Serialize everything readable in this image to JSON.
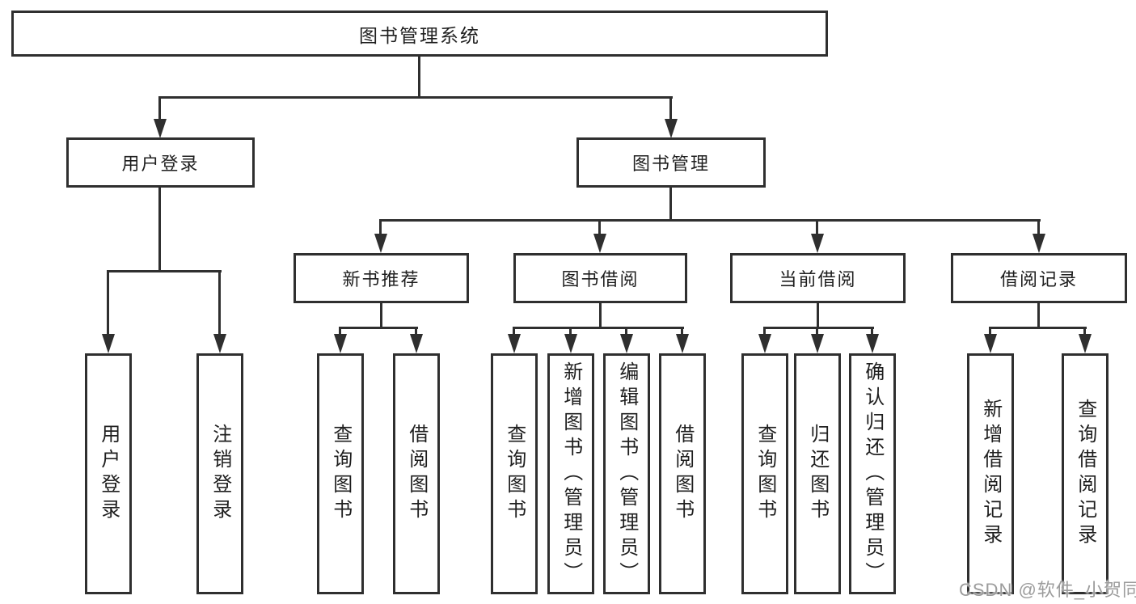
{
  "colors": {
    "background": "#ffffff",
    "line": "#2f2f2f",
    "box_border": "#2f2f2f",
    "text": "#1f1f1f",
    "watermark": "#9c9c9c"
  },
  "tree": {
    "root": {
      "label": "图书管理系统"
    },
    "branches": [
      {
        "label": "用户登录",
        "children": [
          {
            "label": "用户登录"
          },
          {
            "label": "注销登录"
          }
        ]
      },
      {
        "label": "图书管理",
        "children": [
          {
            "label": "新书推荐",
            "children": [
              {
                "label": "查询图书"
              },
              {
                "label": "借阅图书"
              }
            ]
          },
          {
            "label": "图书借阅",
            "children": [
              {
                "label": "查询图书"
              },
              {
                "label": "新增图书（管理员）"
              },
              {
                "label": "编辑图书（管理员）"
              },
              {
                "label": "借阅图书"
              }
            ]
          },
          {
            "label": "当前借阅",
            "children": [
              {
                "label": "查询图书"
              },
              {
                "label": "归还图书"
              },
              {
                "label": "确认归还（管理员）"
              }
            ]
          },
          {
            "label": "借阅记录",
            "children": [
              {
                "label": "新增借阅记录"
              },
              {
                "label": "查询借阅记录"
              }
            ]
          }
        ]
      }
    ]
  },
  "watermark": {
    "text": "CSDN @软件_小贺同学"
  }
}
